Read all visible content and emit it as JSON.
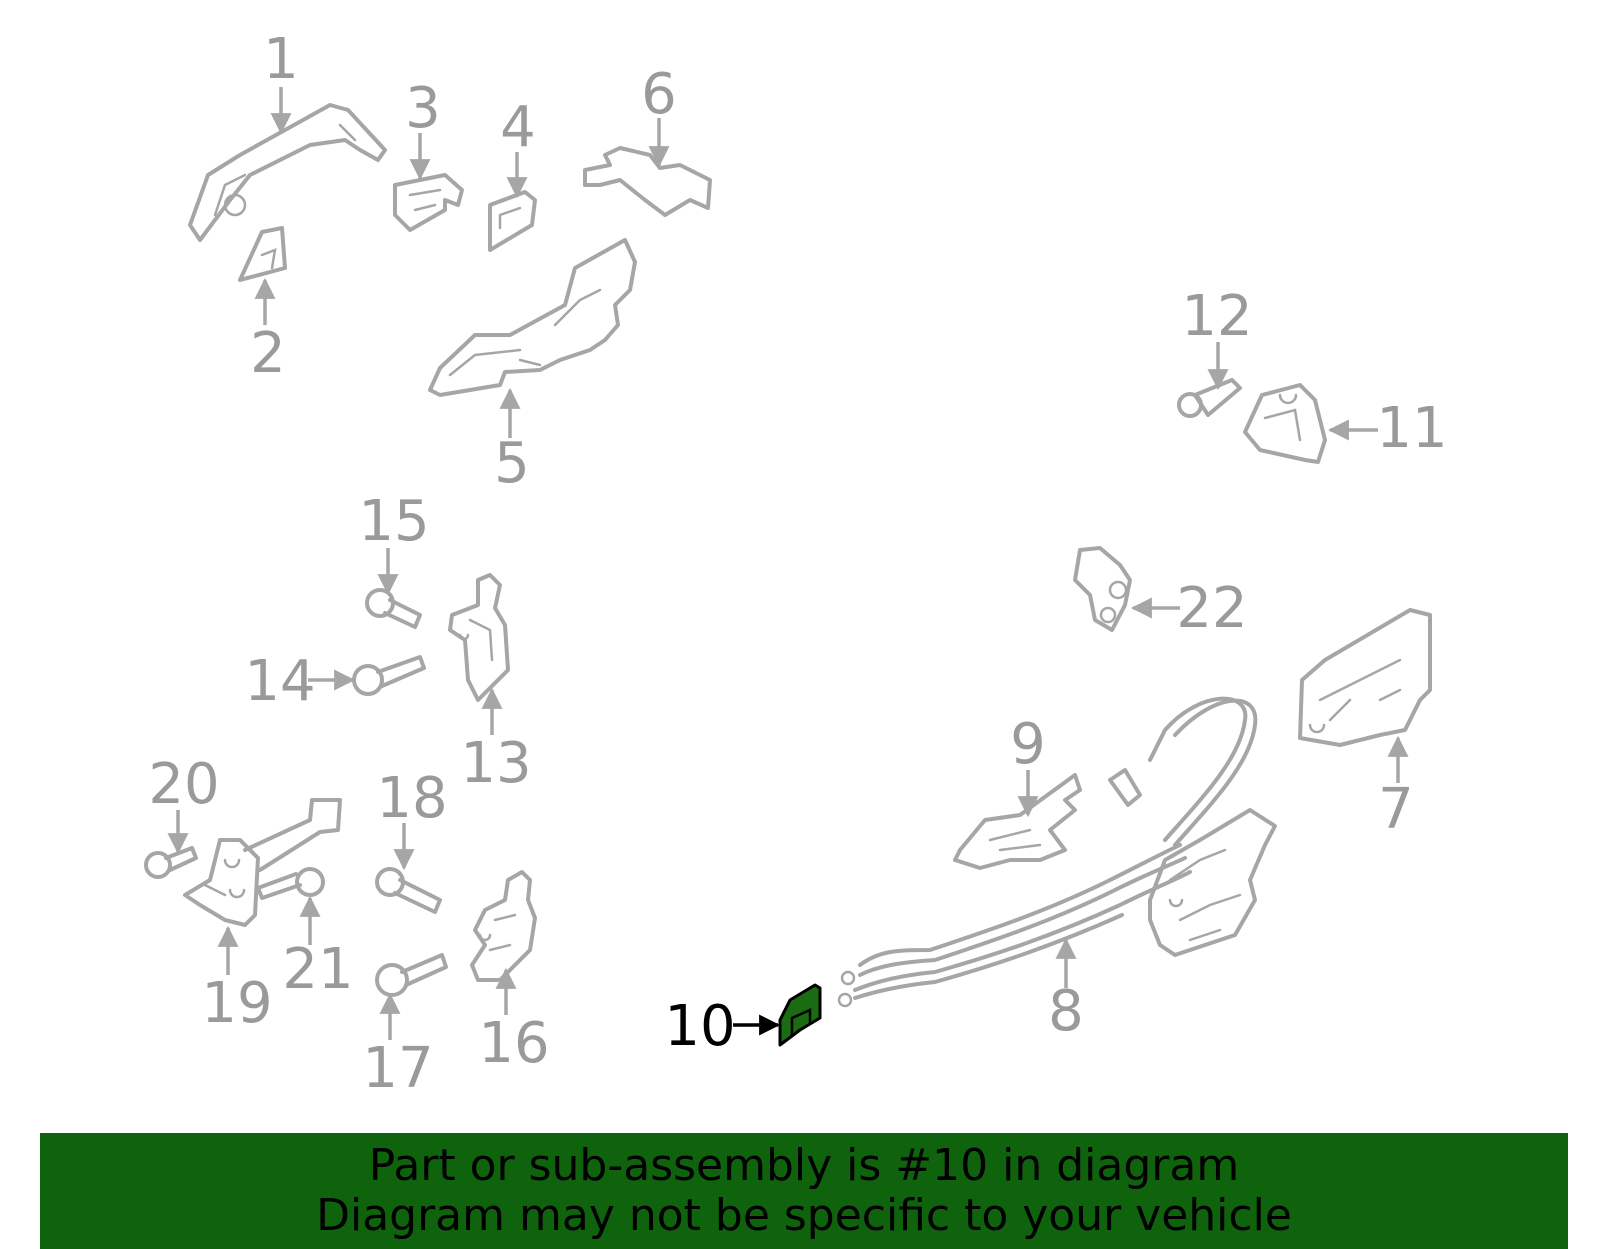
{
  "callouts": [
    "1",
    "2",
    "3",
    "4",
    "5",
    "6",
    "7",
    "8",
    "9",
    "10",
    "11",
    "12",
    "13",
    "14",
    "15",
    "16",
    "17",
    "18",
    "19",
    "20",
    "21",
    "22"
  ],
  "highlighted_callout": "10",
  "highlight_color": "#1a6b12",
  "banner": {
    "background": "#0f630c",
    "line1": "Part or sub-assembly is #10 in diagram",
    "line2": "Diagram may not be specific to your vehicle"
  }
}
